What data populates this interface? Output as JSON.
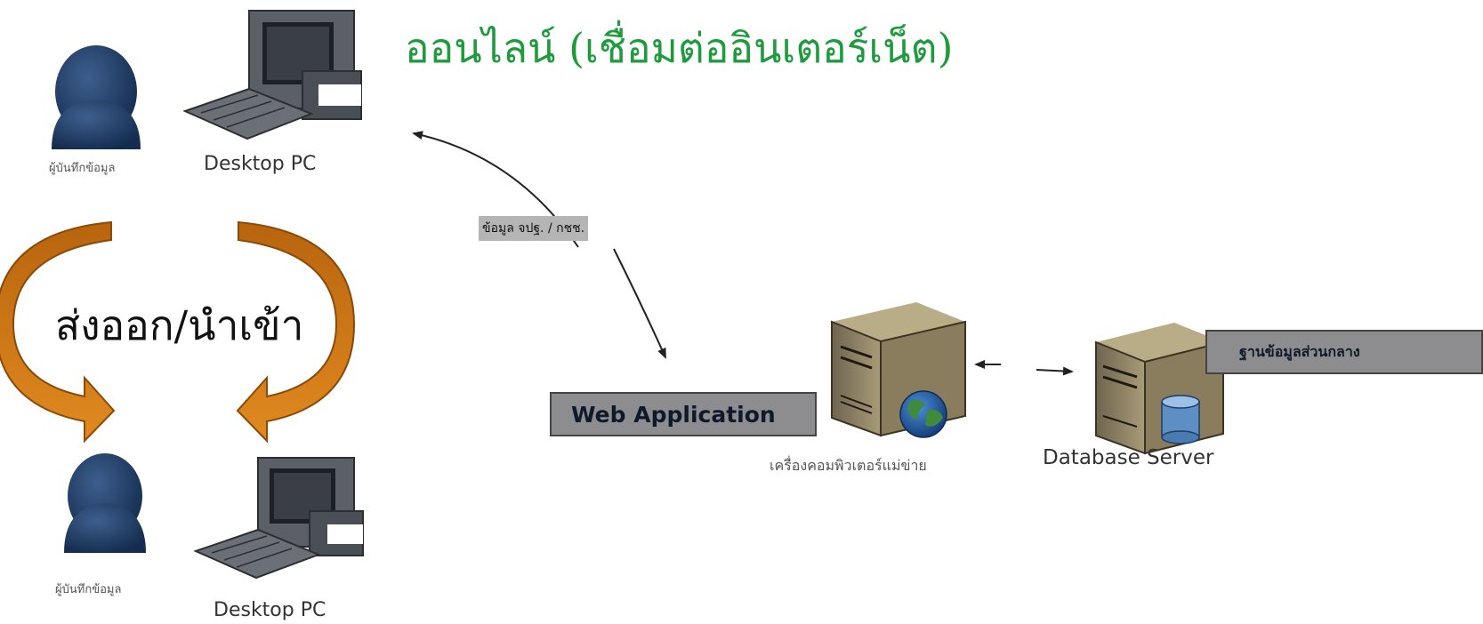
{
  "title": "ออนไลน์ (เชื่อมต่ออินเตอร์เน็ต)",
  "top_station": {
    "person_caption": "ผู้บันทึกข้อมูล",
    "pc_caption": "Desktop PC"
  },
  "bottom_station": {
    "person_caption": "ผู้บันทึกข้อมูล",
    "pc_caption": "Desktop PC"
  },
  "cycle": {
    "label": "ส่งออก/นำเข้า",
    "color": "#d07a17"
  },
  "data_flow_label": "ข้อมูล จปฐ. / กชช.",
  "web_server": {
    "box_label": "Web Application",
    "caption": "เครื่องคอมพิวเตอร์แม่ข่าย"
  },
  "db_server": {
    "box_label": "ฐานข้อมูลส่วนกลาง",
    "caption": "Database Server"
  },
  "colors": {
    "title": "#1e9b3c",
    "person": "#1c3a63",
    "label_box": "#8d8d8f",
    "server": "#8a7d5e"
  }
}
